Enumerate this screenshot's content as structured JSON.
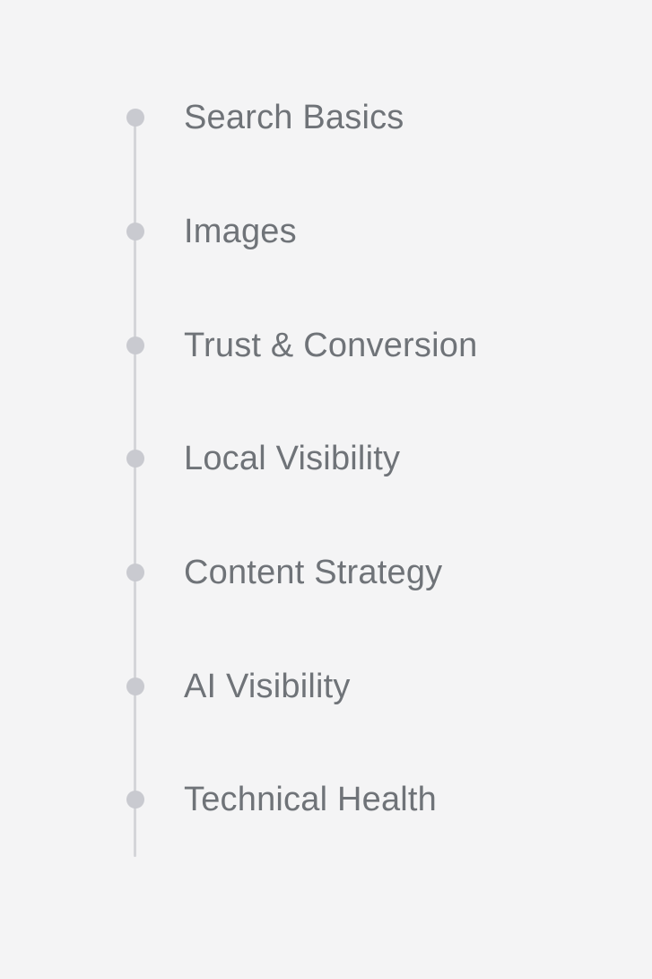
{
  "page": {
    "background_color": "#f4f4f5"
  },
  "timeline": {
    "line_color": "#d4d5d9",
    "dot_color": "#c9cad0",
    "text_color": "#6f7378",
    "items": [
      {
        "label": "Search Basics"
      },
      {
        "label": "Images"
      },
      {
        "label": "Trust & Conversion"
      },
      {
        "label": "Local Visibility"
      },
      {
        "label": "Content Strategy"
      },
      {
        "label": "AI Visibility"
      },
      {
        "label": "Technical Health"
      }
    ]
  }
}
